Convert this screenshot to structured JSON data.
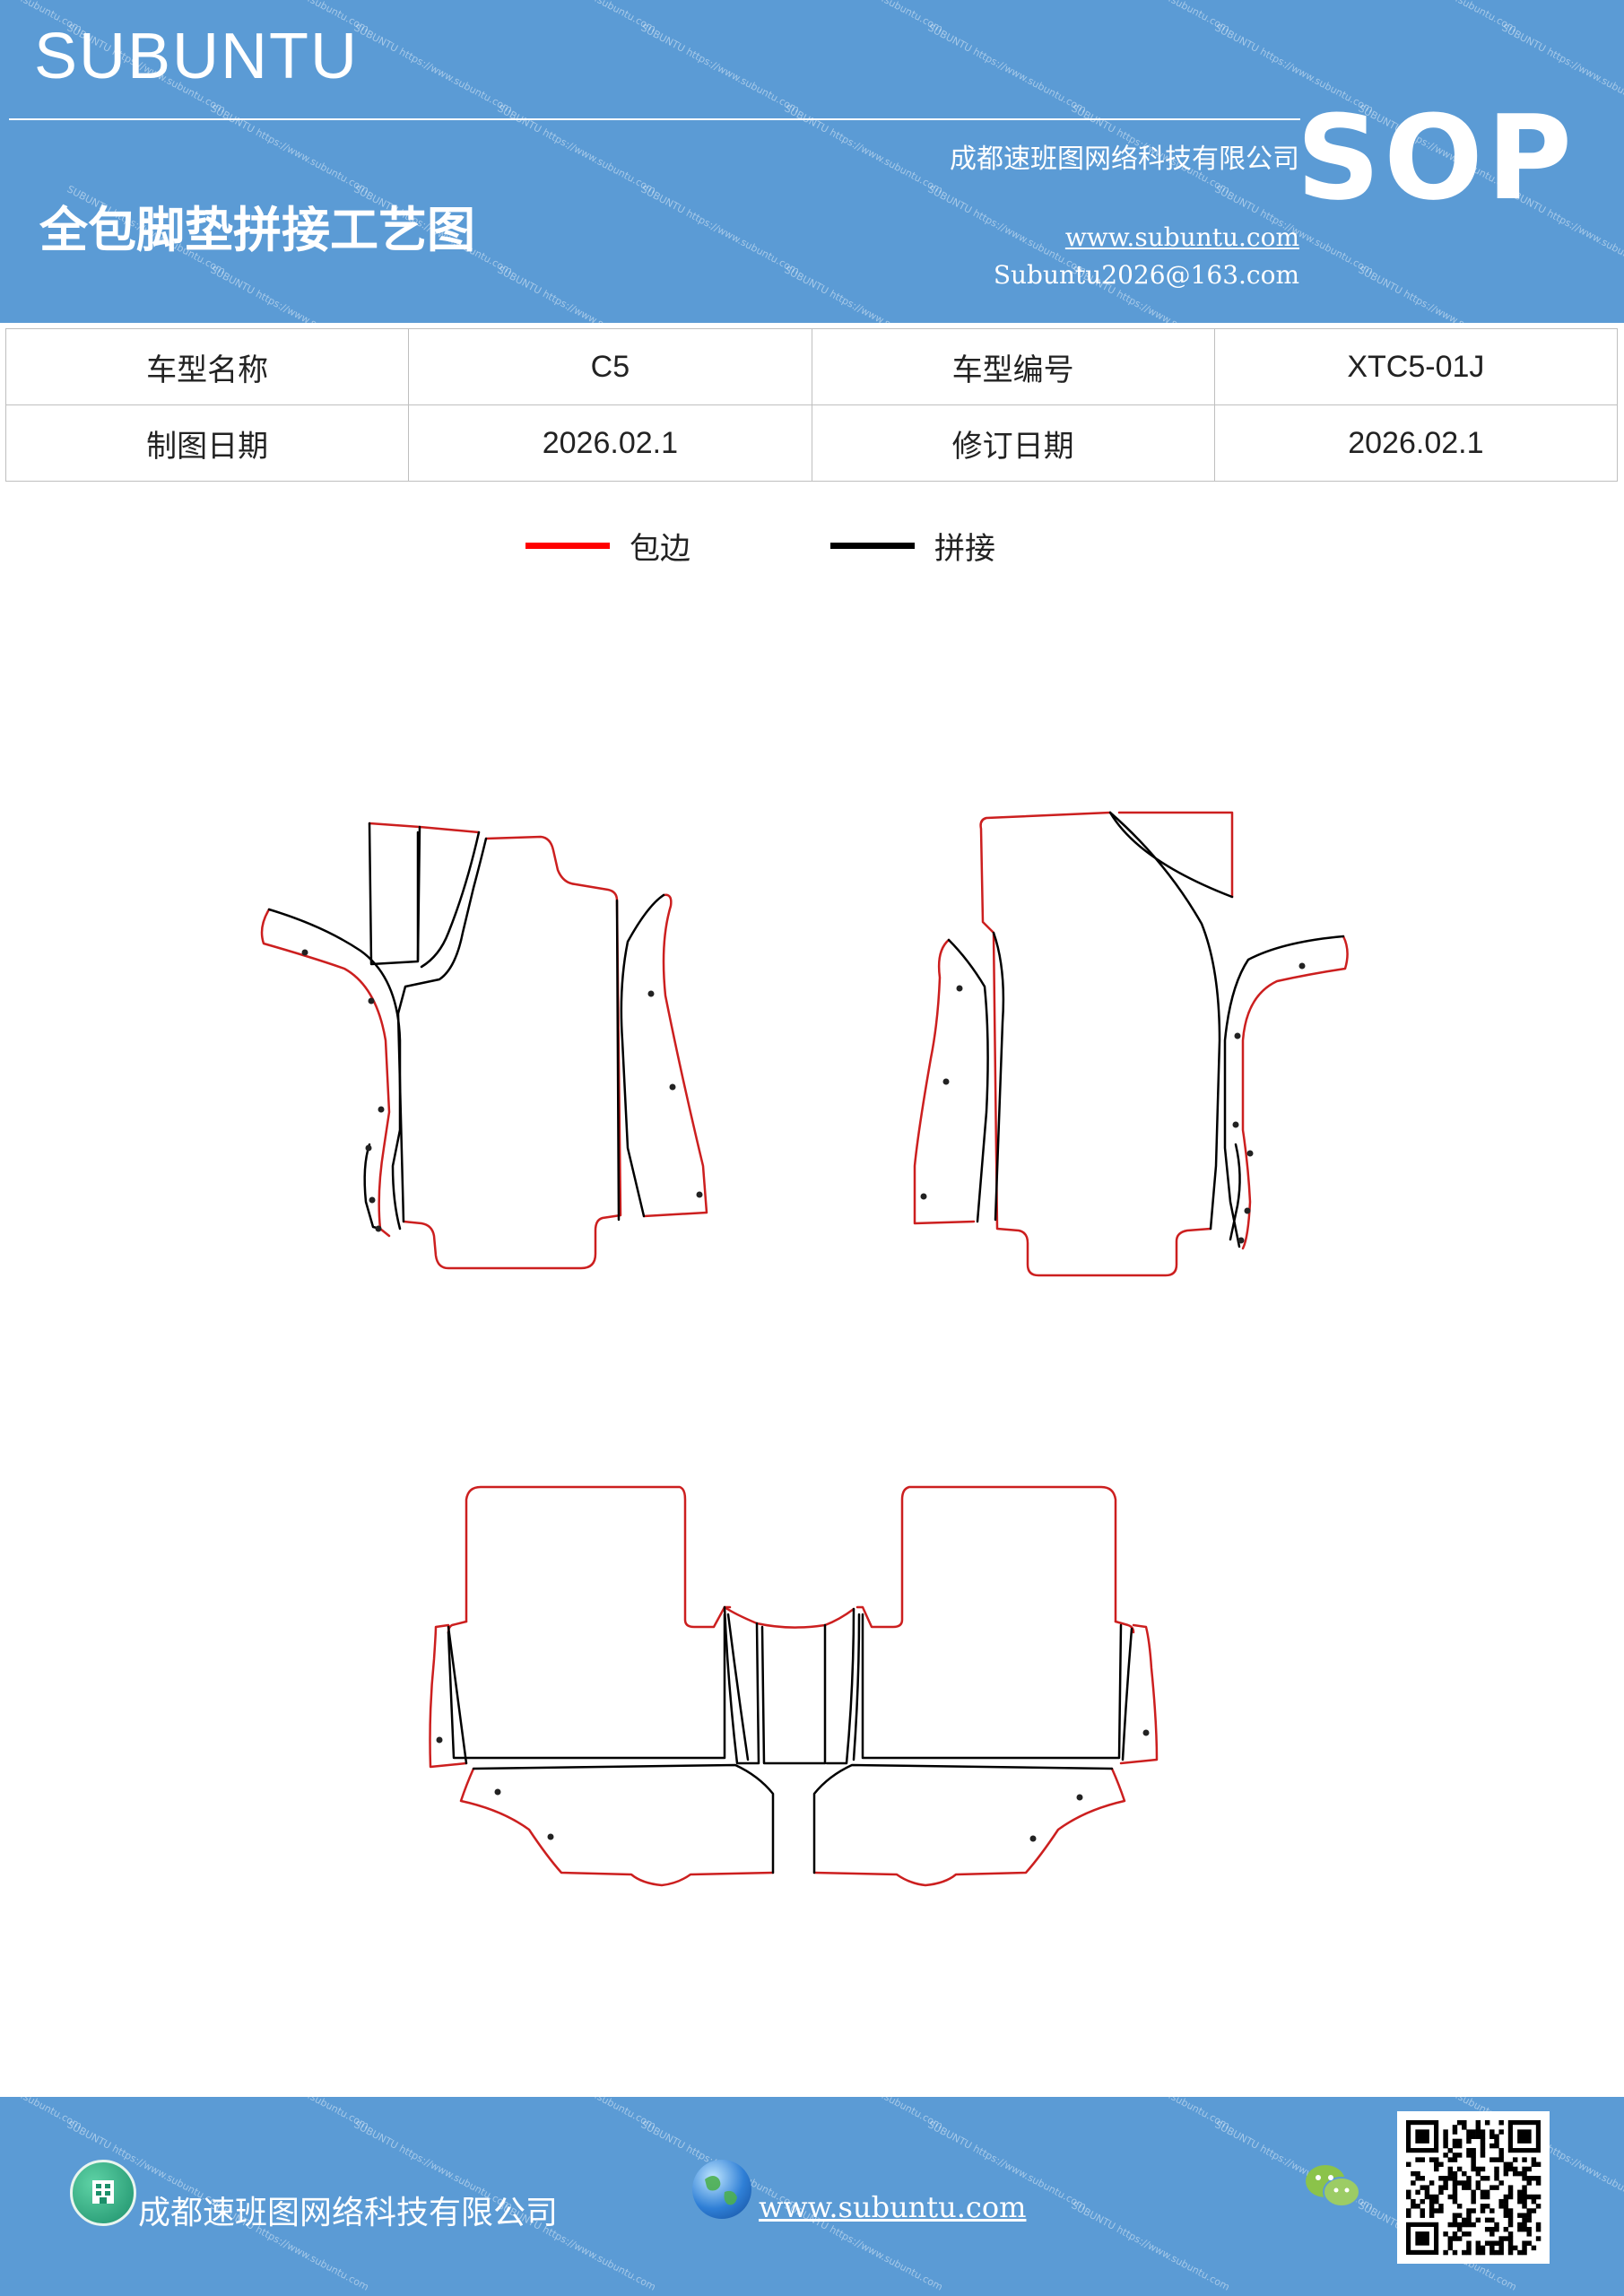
{
  "header": {
    "brand": "SUBUNTU",
    "company": "成都速班图网络科技有限公司",
    "sop": "SOP",
    "title": "全包脚垫拼接工艺图",
    "url": "www.subuntu.com",
    "email": "Subuntu2026@163.com",
    "watermark": "SUBUNTU https://www.subuntu.com",
    "bg_color": "#5b9bd5"
  },
  "info_table": {
    "rows": [
      {
        "label1": "车型名称",
        "value1": "C5",
        "label2": "车型编号",
        "value2": "XTC5-01J"
      },
      {
        "label1": "制图日期",
        "value1": "2026.02.1",
        "label2": "修订日期",
        "value2": "2026.02.1"
      }
    ]
  },
  "legend": {
    "items": [
      {
        "label": "包边",
        "color": "#ff0000"
      },
      {
        "label": "拼接",
        "color": "#000000"
      }
    ]
  },
  "footer": {
    "company": "成都速班图网络科技有限公司",
    "url": "www.subuntu.com",
    "icons": [
      "building-icon",
      "globe-icon",
      "wechat-icon",
      "qr-code"
    ]
  }
}
